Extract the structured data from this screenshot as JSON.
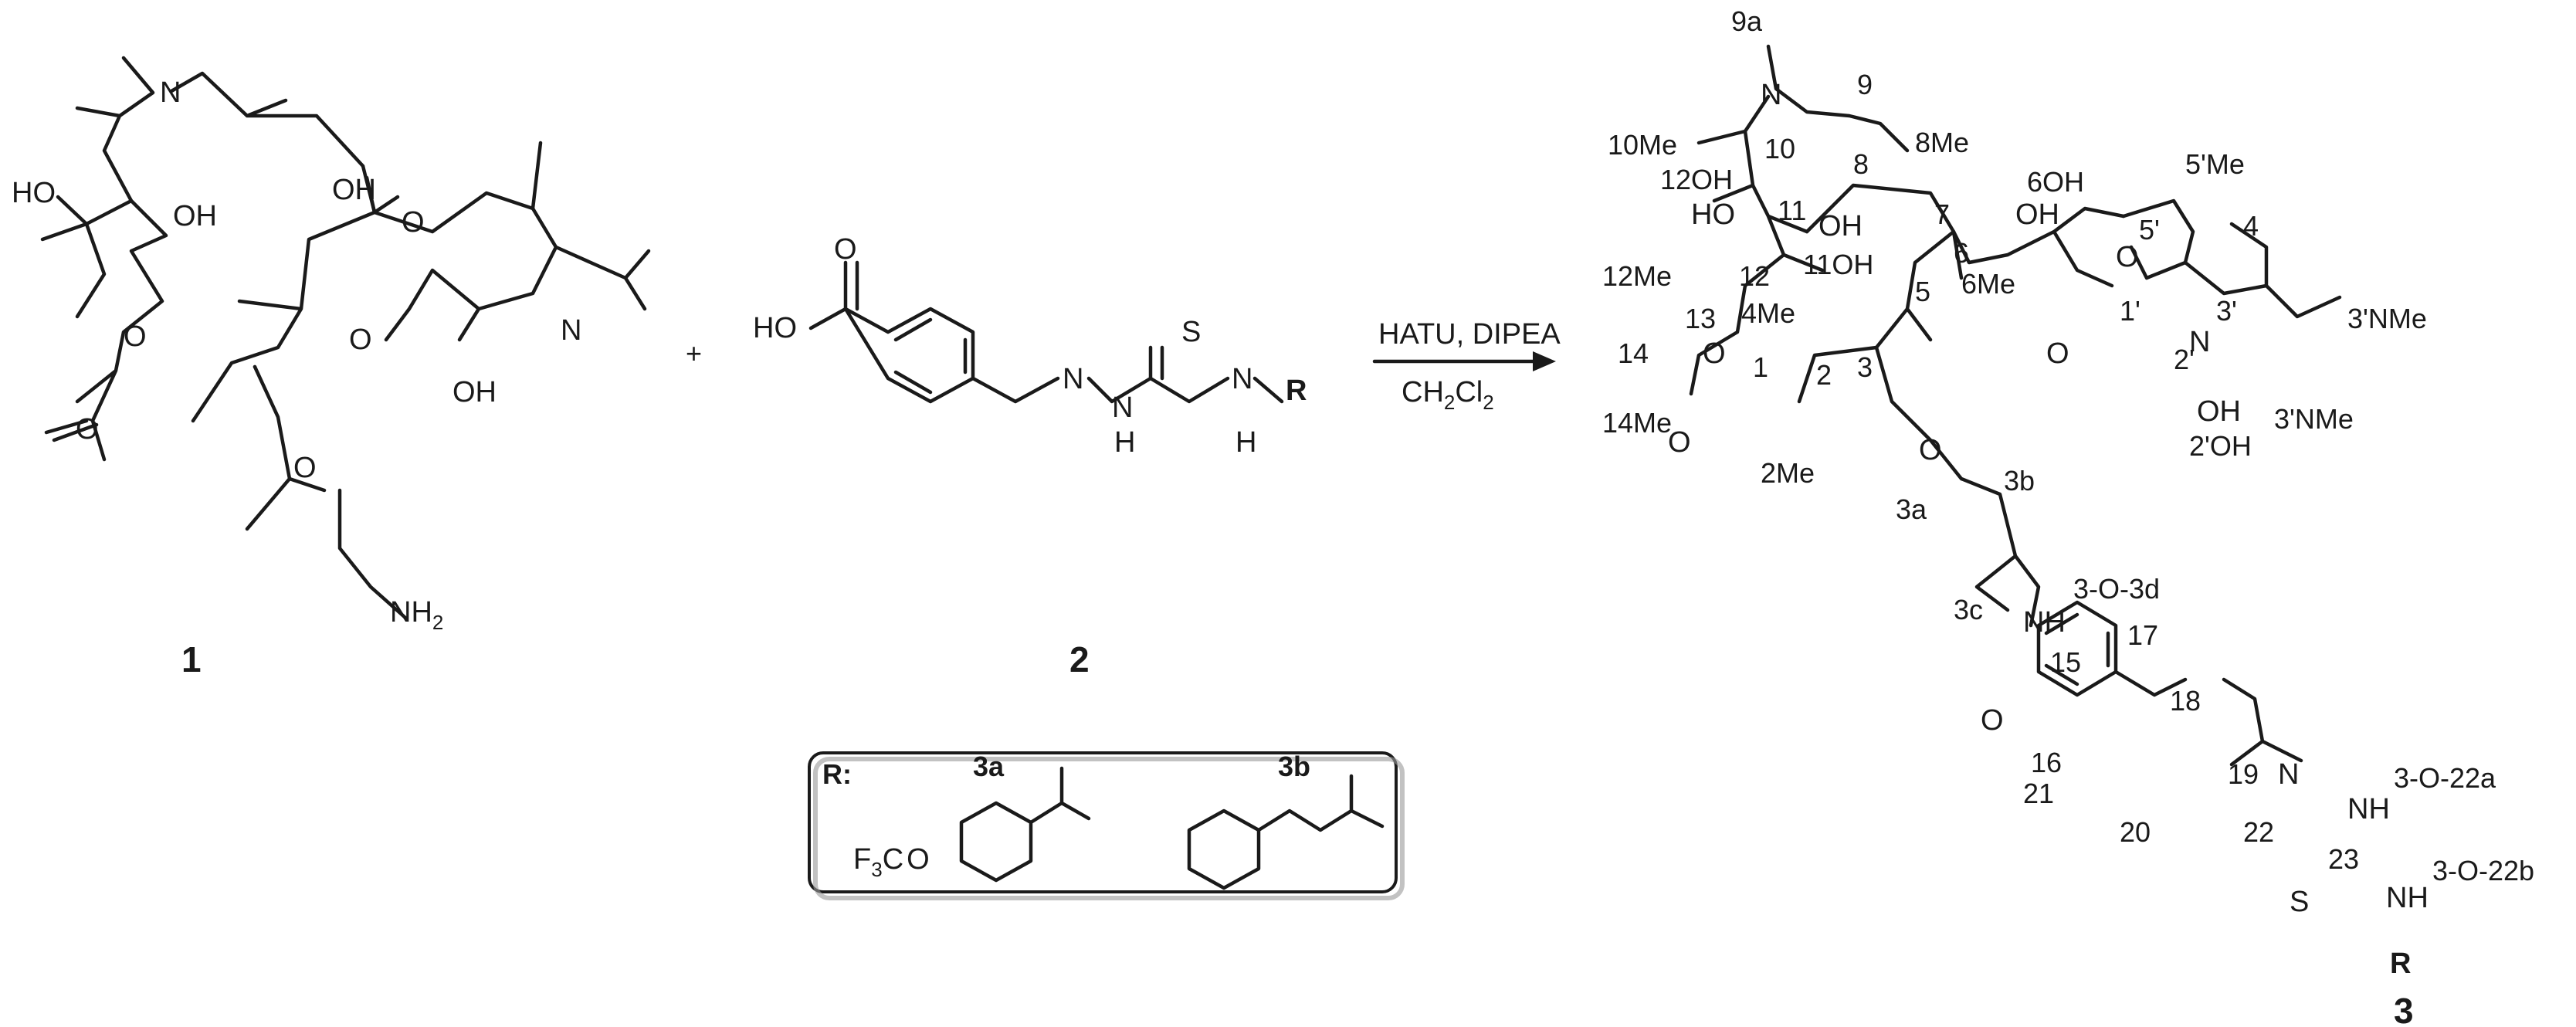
{
  "compounds": {
    "c1": {
      "number": "1",
      "atoms": {
        "n_ring": "N",
        "ho_a": "HO",
        "oh_b": "OH",
        "oh_c": "OH",
        "o_lac": "O",
        "o_carb": "O",
        "o_pyr": "O",
        "o_gly": "O",
        "oh_sug": "OH",
        "n_dim": "N",
        "o_eth": "O",
        "nh2": "NH",
        "nh2_sub": "2"
      }
    },
    "c2": {
      "number": "2",
      "atoms": {
        "ho": "HO",
        "o_acid": "O",
        "n1": "N",
        "n2": "N",
        "h1": "H",
        "s": "S",
        "n3": "N",
        "h2": "H",
        "r": "R"
      }
    },
    "c3": {
      "number": "3",
      "atoms": {
        "n_ring": "N",
        "ho": "HO",
        "oh_11": "OH",
        "oh_6": "OH",
        "o_lac": "O",
        "o_carb": "O",
        "o_pyr": "O",
        "o_gly": "O",
        "oh_2p": "OH",
        "n_dim": "N",
        "o_eth": "O",
        "nh_amide": "NH",
        "o_amide": "O",
        "n_im1": "N",
        "nh_im": "NH",
        "s": "S",
        "nh_th": "NH",
        "r": "R"
      },
      "labels": [
        "9a",
        "9",
        "10Me",
        "10",
        "8",
        "8Me",
        "12OH",
        "11",
        "7",
        "6OH",
        "5'Me",
        "12Me",
        "12",
        "11OH",
        "6",
        "5'",
        "4",
        "13",
        "4Me",
        "5",
        "6Me",
        "1'",
        "3'",
        "3'NMe",
        "14",
        "2'",
        "3",
        "1",
        "2",
        "14Me",
        "2'OH",
        "3'NMe",
        "2Me",
        "3a",
        "3b",
        "3c",
        "3-O-3d",
        "15",
        "17",
        "18",
        "16",
        "19",
        "21",
        "20",
        "22",
        "3-O-22a",
        "23",
        "3-O-22b"
      ]
    }
  },
  "plus": "+",
  "arrow": {
    "above": "HATU, DIPEA",
    "below_main": "CH",
    "below_sub1": "2",
    "below_cl": "Cl",
    "below_sub2": "2"
  },
  "r_box": {
    "title": "R:",
    "opt_a": "3a",
    "opt_b": "3b",
    "f3c_f": "F",
    "f3c_sub": "3",
    "f3c_c": "C",
    "o": "O"
  }
}
